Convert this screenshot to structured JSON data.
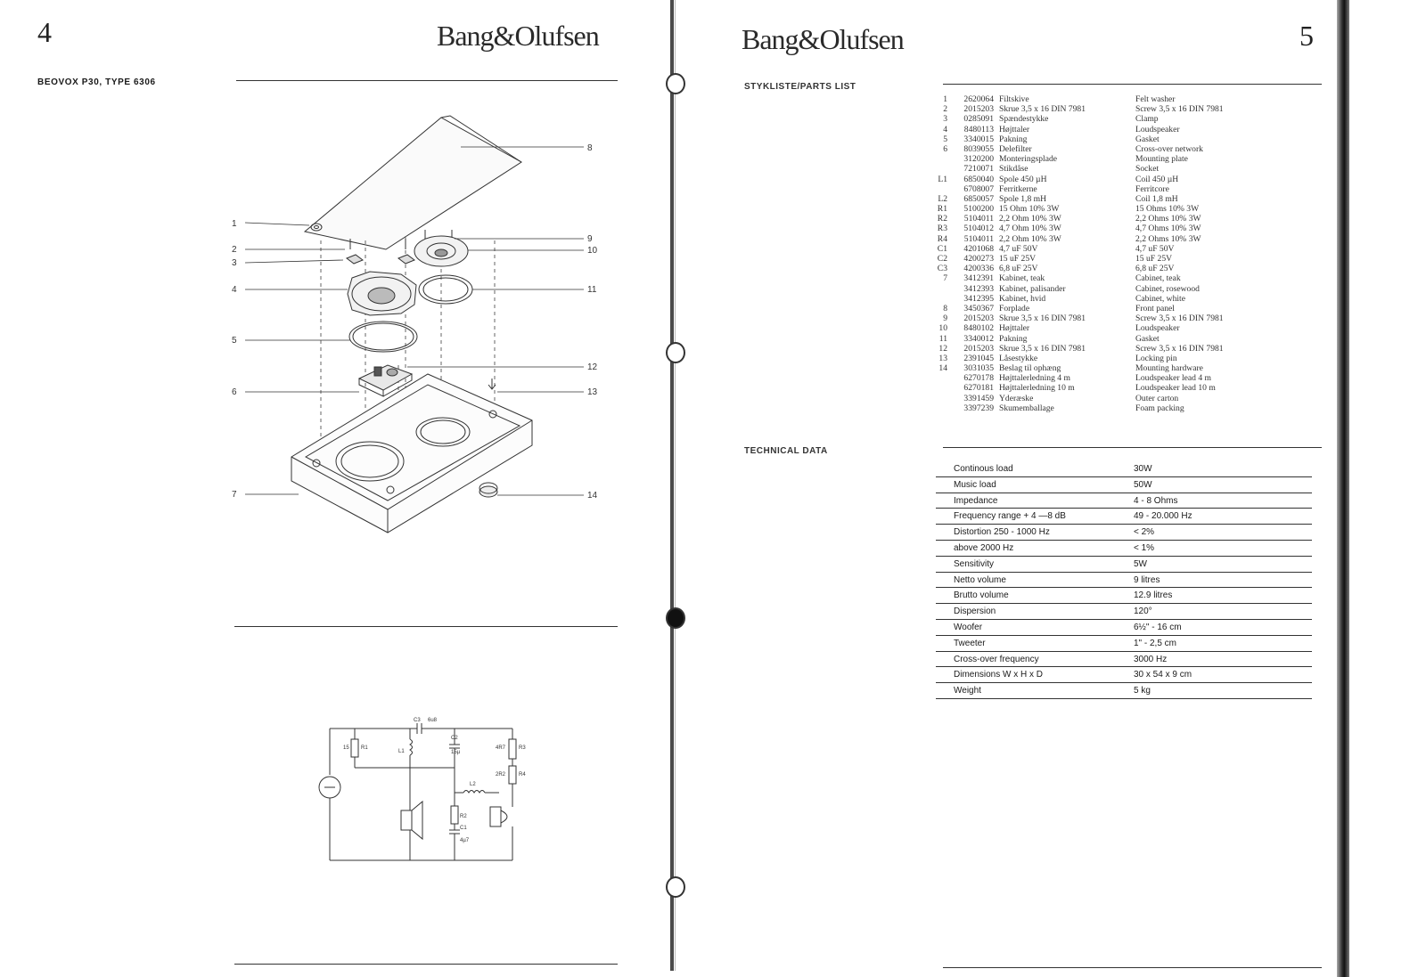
{
  "left_page": {
    "page_number": "4",
    "brand": "Bang&Olufsen",
    "model": "BEOVOX P30, TYPE 6306",
    "callouts": [
      "1",
      "2",
      "3",
      "4",
      "5",
      "6",
      "7",
      "8",
      "9",
      "10",
      "11",
      "12",
      "13",
      "14"
    ]
  },
  "schematic": {
    "labels": [
      "C3",
      "6u8",
      "C2",
      "15µ",
      "R1",
      "15",
      "L1",
      "R3",
      "4R7",
      "R4",
      "2R2",
      "L2",
      "R2",
      "C1",
      "4µ7"
    ]
  },
  "right_page": {
    "page_number": "5",
    "brand": "Bang&Olufsen",
    "parts_heading": "STYKLISTE/PARTS LIST",
    "tech_heading": "TECHNICAL DATA",
    "parts": [
      {
        "pos": "1",
        "no": "2620064",
        "da": "Filtskive",
        "en": "Felt washer"
      },
      {
        "pos": "2",
        "no": "2015203",
        "da": "Skrue 3,5 x 16 DIN 7981",
        "en": "Screw 3,5 x 16 DIN 7981"
      },
      {
        "pos": "3",
        "no": "0285091",
        "da": "Spændestykke",
        "en": "Clamp"
      },
      {
        "pos": "4",
        "no": "8480113",
        "da": "Højttaler",
        "en": "Loudspeaker"
      },
      {
        "pos": "5",
        "no": "3340015",
        "da": "Pakning",
        "en": "Gasket"
      },
      {
        "pos": "6",
        "no": "8039055",
        "da": "Delefilter",
        "en": "Cross-over network"
      },
      {
        "pos": "",
        "no": "3120200",
        "da": "Monteringsplade",
        "en": "Mounting plate"
      },
      {
        "pos": "",
        "no": "7210071",
        "da": "Stikdåse",
        "en": "Socket"
      },
      {
        "pos": "L1",
        "no": "6850040",
        "da": "Spole 450 µH",
        "en": "Coil 450 µH"
      },
      {
        "pos": "",
        "no": "6708007",
        "da": "Ferritkerne",
        "en": "Ferritcore"
      },
      {
        "pos": "L2",
        "no": "6850057",
        "da": "Spole 1,8 mH",
        "en": "Coil 1,8 mH"
      },
      {
        "pos": "R1",
        "no": "5100200",
        "da": "15 Ohm 10% 3W",
        "en": "15 Ohms 10% 3W"
      },
      {
        "pos": "R2",
        "no": "5104011",
        "da": "2,2 Ohm 10% 3W",
        "en": "2,2 Ohms 10% 3W"
      },
      {
        "pos": "R3",
        "no": "5104012",
        "da": "4,7 Ohm 10% 3W",
        "en": "4,7 Ohms 10% 3W"
      },
      {
        "pos": "R4",
        "no": "5104011",
        "da": "2,2 Ohm 10% 3W",
        "en": "2,2 Ohms 10% 3W"
      },
      {
        "pos": "C1",
        "no": "4201068",
        "da": "4,7 uF 50V",
        "en": "4,7 uF 50V"
      },
      {
        "pos": "C2",
        "no": "4200273",
        "da": "15 uF 25V",
        "en": "15 uF 25V"
      },
      {
        "pos": "C3",
        "no": "4200336",
        "da": "6,8 uF 25V",
        "en": "6,8 uF 25V"
      },
      {
        "pos": "7",
        "no": "3412391",
        "da": "Kabinet, teak",
        "en": "Cabinet, teak"
      },
      {
        "pos": "",
        "no": "3412393",
        "da": "Kabinet, palisander",
        "en": "Cabinet, rosewood"
      },
      {
        "pos": "",
        "no": "3412395",
        "da": "Kabinet, hvid",
        "en": "Cabinet, white"
      },
      {
        "pos": "8",
        "no": "3450367",
        "da": "Forplade",
        "en": "Front panel"
      },
      {
        "pos": "9",
        "no": "2015203",
        "da": "Skrue 3,5 x 16 DIN 7981",
        "en": "Screw 3,5 x 16 DIN 7981"
      },
      {
        "pos": "10",
        "no": "8480102",
        "da": "Højttaler",
        "en": "Loudspeaker"
      },
      {
        "pos": "11",
        "no": "3340012",
        "da": "Pakning",
        "en": "Gasket"
      },
      {
        "pos": "12",
        "no": "2015203",
        "da": "Skrue 3,5 x 16 DIN 7981",
        "en": "Screw 3,5 x 16 DIN 7981"
      },
      {
        "pos": "13",
        "no": "2391045",
        "da": "Låsestykke",
        "en": "Locking pin"
      },
      {
        "pos": "14",
        "no": "3031035",
        "da": "Beslag til ophæng",
        "en": "Mounting hardware"
      },
      {
        "pos": "",
        "no": "6270178",
        "da": "Højttalerledning 4 m",
        "en": "Loudspeaker lead 4 m"
      },
      {
        "pos": "",
        "no": "6270181",
        "da": "Højttalerledning 10 m",
        "en": "Loudspeaker lead 10 m"
      },
      {
        "pos": "",
        "no": "3391459",
        "da": "Yderæske",
        "en": "Outer carton"
      },
      {
        "pos": "",
        "no": "3397239",
        "da": "Skumemballage",
        "en": "Foam packing"
      }
    ],
    "technical": [
      {
        "k": "Continous load",
        "v": "30W"
      },
      {
        "k": "Music load",
        "v": "50W"
      },
      {
        "k": "Impedance",
        "v": "4 - 8 Ohms"
      },
      {
        "k": "Frequency range + 4 —8 dB",
        "v": "49 - 20.000 Hz"
      },
      {
        "k": "Distortion 250 - 1000 Hz",
        "v": "< 2%"
      },
      {
        "k": "above 2000 Hz",
        "v": "< 1%"
      },
      {
        "k": "Sensitivity",
        "v": "5W"
      },
      {
        "k": "Netto volume",
        "v": "9 litres"
      },
      {
        "k": "Brutto volume",
        "v": "12.9 litres"
      },
      {
        "k": "Dispersion",
        "v": "120°"
      },
      {
        "k": "Woofer",
        "v": "6½\" - 16 cm"
      },
      {
        "k": "Tweeter",
        "v": "1\" - 2,5 cm"
      },
      {
        "k": "Cross-over frequency",
        "v": "3000 Hz"
      },
      {
        "k": "Dimensions W x H x D",
        "v": "30 x 54 x 9 cm"
      },
      {
        "k": "Weight",
        "v": "5 kg"
      }
    ]
  }
}
